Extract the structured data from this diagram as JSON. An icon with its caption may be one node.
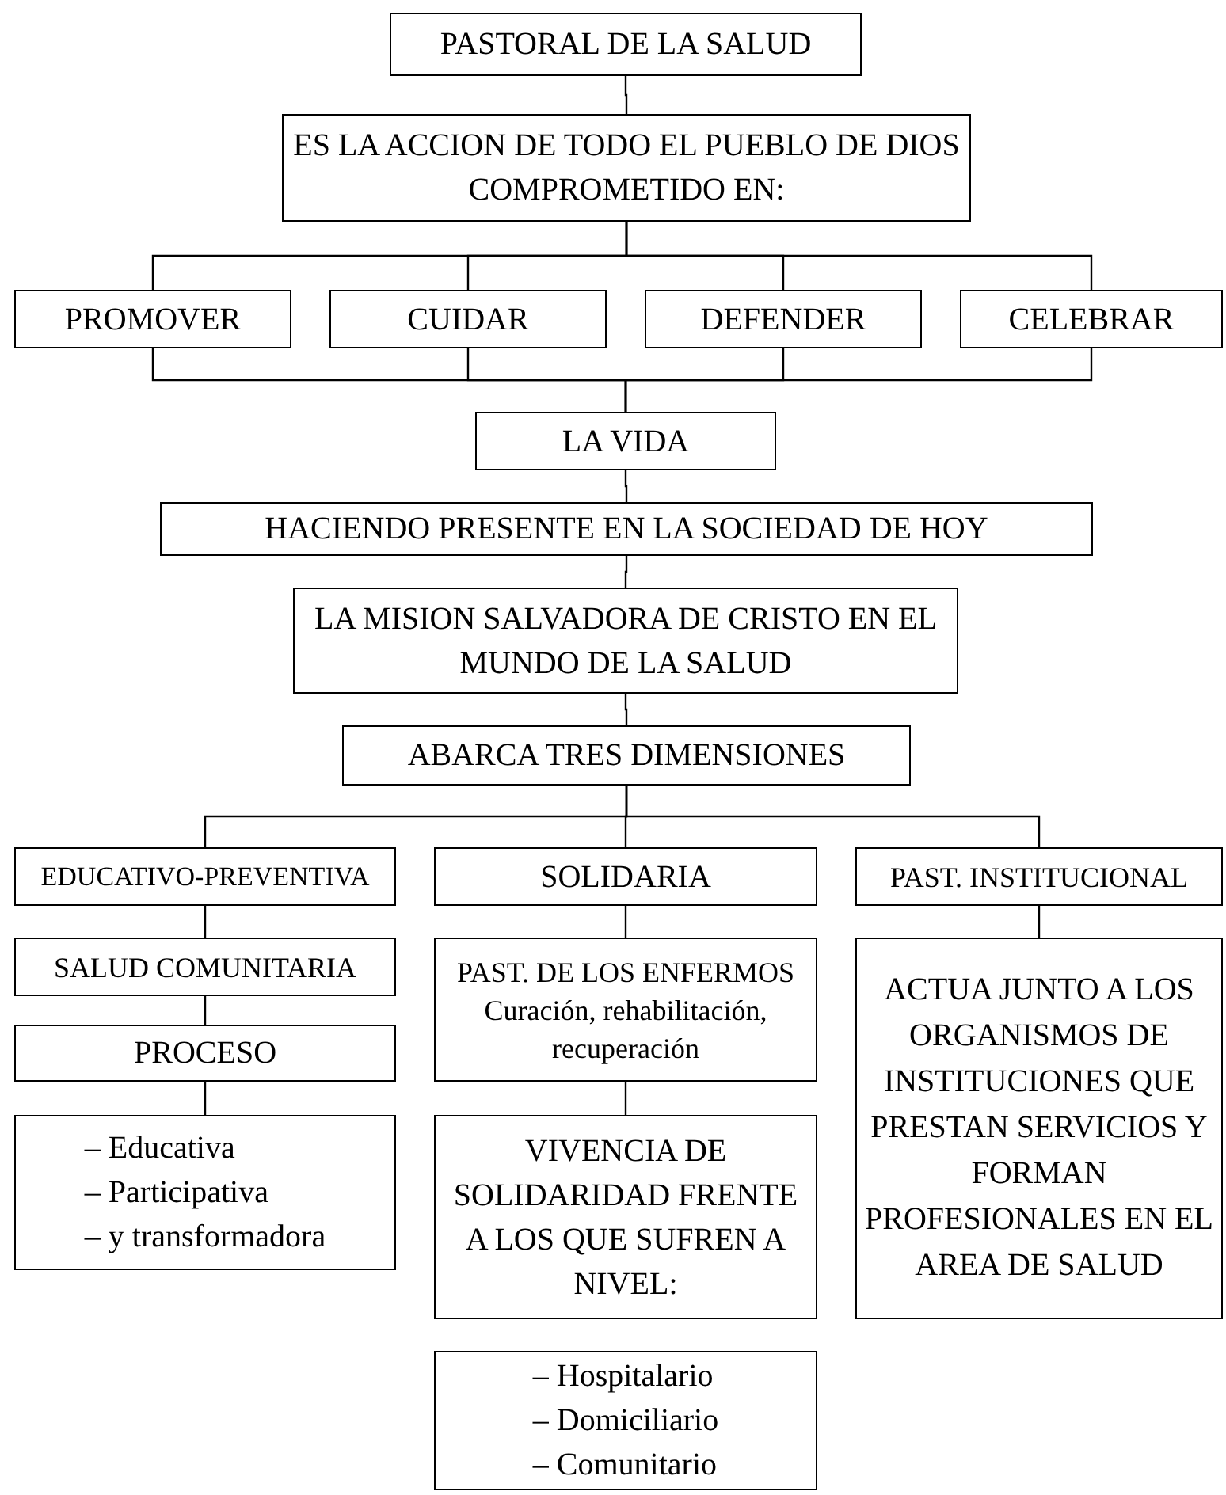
{
  "diagram": {
    "nodes": [
      {
        "text": [
          "PASTORAL DE LA SALUD"
        ]
      },
      {
        "text": [
          "ES LA ACCION DE TODO EL PUEBLO DE DIOS COMPROMETIDO EN:"
        ]
      },
      {
        "text": [
          "PROMOVER"
        ]
      },
      {
        "text": [
          "CUIDAR"
        ]
      },
      {
        "text": [
          "DEFENDER"
        ]
      },
      {
        "text": [
          "CELEBRAR"
        ]
      },
      {
        "text": [
          "LA VIDA"
        ]
      },
      {
        "text": [
          "HACIENDO PRESENTE EN LA SOCIEDAD DE HOY"
        ]
      },
      {
        "text": [
          "LA MISION SALVADORA DE CRISTO EN EL MUNDO DE LA SALUD"
        ]
      },
      {
        "text": [
          "ABARCA TRES DIMENSIONES"
        ]
      },
      {
        "text": [
          "EDUCATIVO-PREVENTIVA"
        ]
      },
      {
        "text": [
          "SOLIDARIA"
        ]
      },
      {
        "text": [
          "PAST. INSTITUCIONAL"
        ]
      },
      {
        "text": [
          "SALUD COMUNITARIA"
        ]
      },
      {
        "text": [
          "PAST. DE LOS ENFERMOS",
          "Curación, rehabilitación, recuperación"
        ]
      },
      {
        "text": [
          "ACTUA JUNTO A LOS ORGANISMOS DE INSTITUCIONES QUE PRESTAN SERVICIOS Y FORMAN PROFESIONALES EN EL AREA DE SALUD"
        ]
      },
      {
        "text": [
          "PROCESO"
        ]
      },
      {
        "text": [
          "– Educativa",
          "– Participativa",
          "– y transformadora"
        ]
      },
      {
        "text": [
          "VIVENCIA DE SOLIDARIDAD FRENTE A LOS QUE SUFREN A NIVEL:"
        ]
      },
      {
        "text": [
          "– Hospitalario",
          "– Domiciliario",
          "– Comunitario"
        ]
      }
    ],
    "edges": [
      {
        "from": 0,
        "to": 1,
        "arrow": "none"
      },
      {
        "from": 1,
        "to": 2,
        "arrow": "none"
      },
      {
        "from": 1,
        "to": 3,
        "arrow": "none"
      },
      {
        "from": 1,
        "to": 4,
        "arrow": "none"
      },
      {
        "from": 1,
        "to": 5,
        "arrow": "none"
      },
      {
        "from": 2,
        "to": 6,
        "arrow": "none"
      },
      {
        "from": 3,
        "to": 6,
        "arrow": "none"
      },
      {
        "from": 4,
        "to": 6,
        "arrow": "none"
      },
      {
        "from": 5,
        "to": 6,
        "arrow": "none"
      },
      {
        "from": 6,
        "to": 7,
        "arrow": "none"
      },
      {
        "from": 7,
        "to": 8,
        "arrow": "none"
      },
      {
        "from": 8,
        "to": 9,
        "arrow": "none"
      },
      {
        "from": 9,
        "to": 10,
        "arrow": "none"
      },
      {
        "from": 9,
        "to": 11,
        "arrow": "none"
      },
      {
        "from": 9,
        "to": 12,
        "arrow": "none"
      },
      {
        "from": 10,
        "to": 13,
        "arrow": "none"
      },
      {
        "from": 11,
        "to": 14,
        "arrow": "none"
      },
      {
        "from": 12,
        "to": 15,
        "arrow": "none"
      },
      {
        "from": 13,
        "to": 16,
        "arrow": "none"
      },
      {
        "from": 14,
        "to": 18,
        "arrow": "none"
      },
      {
        "from": 16,
        "to": 17,
        "arrow": "none"
      }
    ]
  }
}
